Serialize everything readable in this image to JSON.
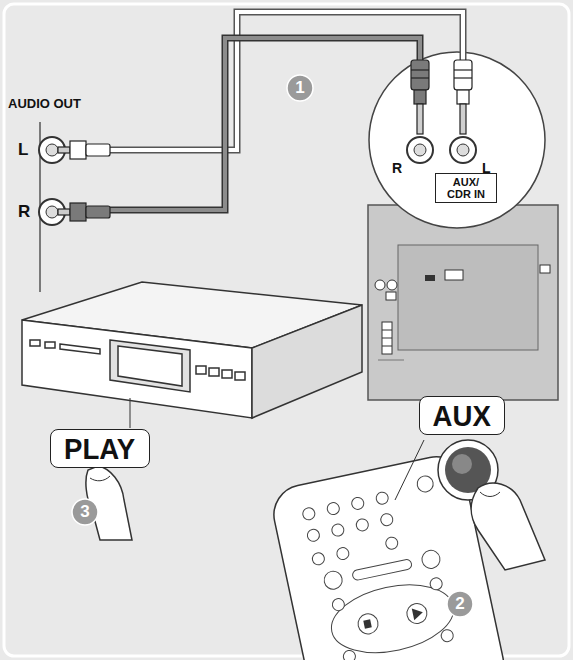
{
  "diagram": {
    "nodes": [
      {
        "text": [
          "1"
        ]
      },
      {
        "text": [
          "AUX/ CDR IN"
        ]
      },
      {
        "text": [
          "PLAY"
        ]
      },
      {
        "text": [
          "3"
        ]
      },
      {
        "text": [
          "AUX"
        ]
      },
      {
        "text": [
          "2"
        ]
      }
    ],
    "labels": [
      "AUDIO OUT",
      "L",
      "R",
      "R",
      "L"
    ]
  }
}
